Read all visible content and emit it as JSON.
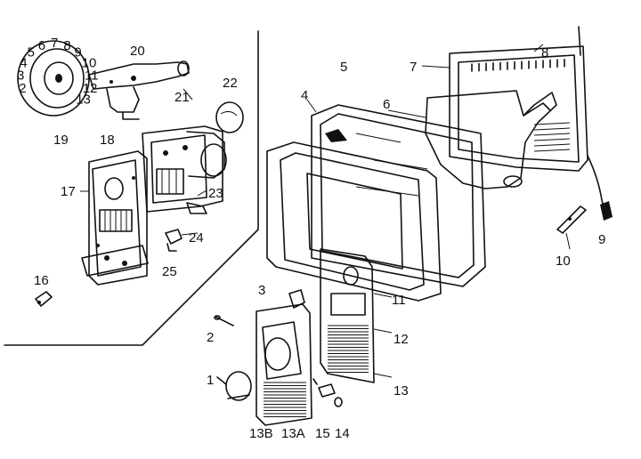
{
  "diagram": {
    "labels": {
      "p1": "1",
      "p2": "2",
      "p3": "3",
      "p4": "4",
      "p5": "5",
      "p6": "6",
      "p7": "7",
      "p8": "8",
      "p9": "9",
      "p10": "10",
      "p11": "11",
      "p12": "12",
      "p13": "13",
      "p13a": "13A",
      "p13b": "13B",
      "p14": "14",
      "p15": "15",
      "p16": "16",
      "p17": "17",
      "p18": "18",
      "p19": "19",
      "p20": "20",
      "p21": "21",
      "p22": "22",
      "p23": "23",
      "p24": "24",
      "p25": "25"
    },
    "dial_numbers": [
      "2",
      "3",
      "4",
      "5",
      "6",
      "7",
      "8",
      "9",
      "10",
      "11",
      "12",
      "13"
    ]
  }
}
